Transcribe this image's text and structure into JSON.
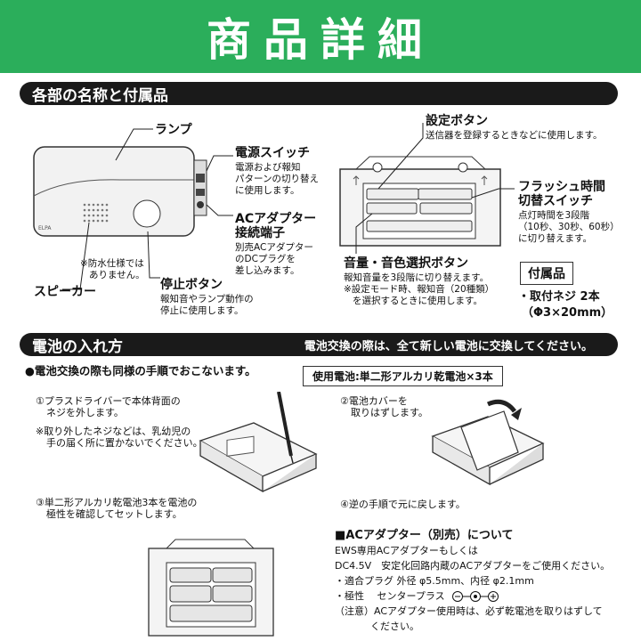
{
  "banner": {
    "title": "商品詳細"
  },
  "parts_section": {
    "title": "各部の名称と付属品",
    "lamp": "ランプ",
    "power_switch": {
      "title": "電源スイッチ",
      "desc": [
        "電源および報知",
        "パターンの切り替え",
        "に使用します。"
      ]
    },
    "ac_terminal": {
      "title": [
        "ACアダプター",
        "接続端子"
      ],
      "desc": [
        "別売ACアダプター",
        "のDCプラグを",
        "差し込みます。"
      ]
    },
    "waterproof_note": [
      "※防水仕様では",
      "ありません。"
    ],
    "speaker": "スピーカー",
    "stop_button": {
      "title": "停止ボタン",
      "desc": [
        "報知音やランプ動作の",
        "停止に使用します。"
      ]
    },
    "brand": "ELPA",
    "setting_button": {
      "title": "設定ボタン",
      "desc": "送信器を登録するときなどに使用します。"
    },
    "flash_switch": {
      "title": [
        "フラッシュ時間",
        "切替スイッチ"
      ],
      "desc": [
        "点灯時間を3段階",
        "（10秒、30秒、60秒）",
        "に切り替えます。"
      ]
    },
    "volume_button": {
      "title": "音量・音色選択ボタン",
      "desc": [
        "報知音量を3段階に切り替えます。",
        "※設定モード時、報知音（20種類）",
        "を選択するときに使用します。"
      ]
    },
    "accessory": {
      "title": "付属品",
      "item": "・取付ネジ 2本",
      "size": "（Φ3×20mm）"
    }
  },
  "battery_section": {
    "title": "電池の入れ方",
    "note": "電池交換の際は、全て新しい電池に交換してください。",
    "same_procedure": "●電池交換の際も同様の手順でおこないます。",
    "battery_spec": "使用電池:単二形アルカリ乾電池×3本",
    "step1": [
      "①プラスドライバーで本体背面の",
      "ネジを外します。"
    ],
    "step1_note": [
      "※取り外したネジなどは、乳幼児の",
      "手の届く所に置かないでください。"
    ],
    "step2": [
      "②電池カバーを",
      "取りはずします。"
    ],
    "step3": [
      "③単二形アルカリ乾電池3本を電池の",
      "極性を確認してセットします。"
    ],
    "step4": "④逆の手順で元に戻します。",
    "ac": {
      "title": "■ACアダプター（別売）について",
      "lines": [
        "EWS専用ACアダプターもしくは",
        "DC4.5V　安定化回路内蔵のACアダプターをご使用ください。",
        "・適合プラグ 外径 φ5.5mm、内径 φ2.1mm",
        "・極性　 センタープラス"
      ],
      "caution": [
        "（注意）ACアダプター使用時は、必ず乾電池を取りはずして",
        "ください。"
      ]
    }
  },
  "colors": {
    "banner": "#2bae5b",
    "section_bar": "#1a1a1a"
  }
}
